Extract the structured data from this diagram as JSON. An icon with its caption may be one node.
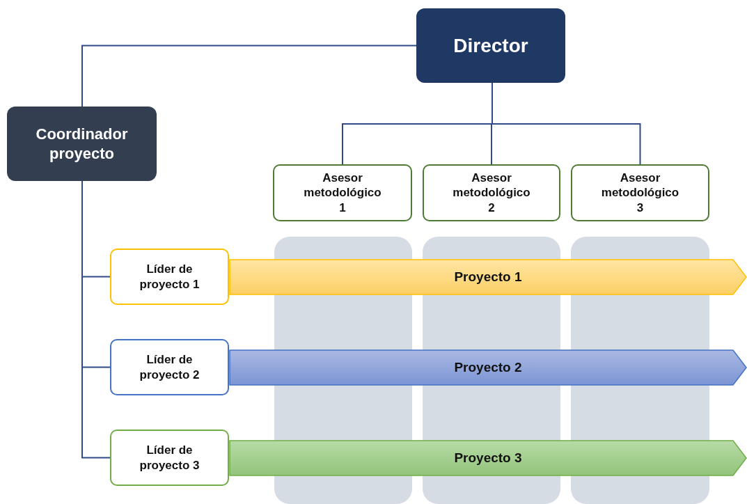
{
  "diagram": {
    "nodes": [
      {
        "text": [
          "Director"
        ]
      },
      {
        "text": [
          "Coordinador proyecto"
        ]
      },
      {
        "text": [
          "Asesor metodológico 1"
        ]
      },
      {
        "text": [
          "Asesor metodológico 2"
        ]
      },
      {
        "text": [
          "Asesor metodológico 3"
        ]
      },
      {
        "text": [
          "Líder de proyecto 1"
        ]
      },
      {
        "text": [
          "Líder de proyecto 2"
        ]
      },
      {
        "text": [
          "Líder de proyecto 3"
        ]
      },
      {
        "text": [
          "Proyecto 1"
        ]
      },
      {
        "text": [
          "Proyecto 2"
        ]
      },
      {
        "text": [
          "Proyecto 3"
        ]
      }
    ],
    "edges": [
      {
        "from": 0,
        "to": 1,
        "arrow": "none"
      },
      {
        "from": 0,
        "to": 2,
        "arrow": "none"
      },
      {
        "from": 0,
        "to": 3,
        "arrow": "none"
      },
      {
        "from": 0,
        "to": 4,
        "arrow": "none"
      },
      {
        "from": 1,
        "to": 5,
        "arrow": "none"
      },
      {
        "from": 1,
        "to": 6,
        "arrow": "none"
      },
      {
        "from": 1,
        "to": 7,
        "arrow": "none"
      }
    ]
  }
}
